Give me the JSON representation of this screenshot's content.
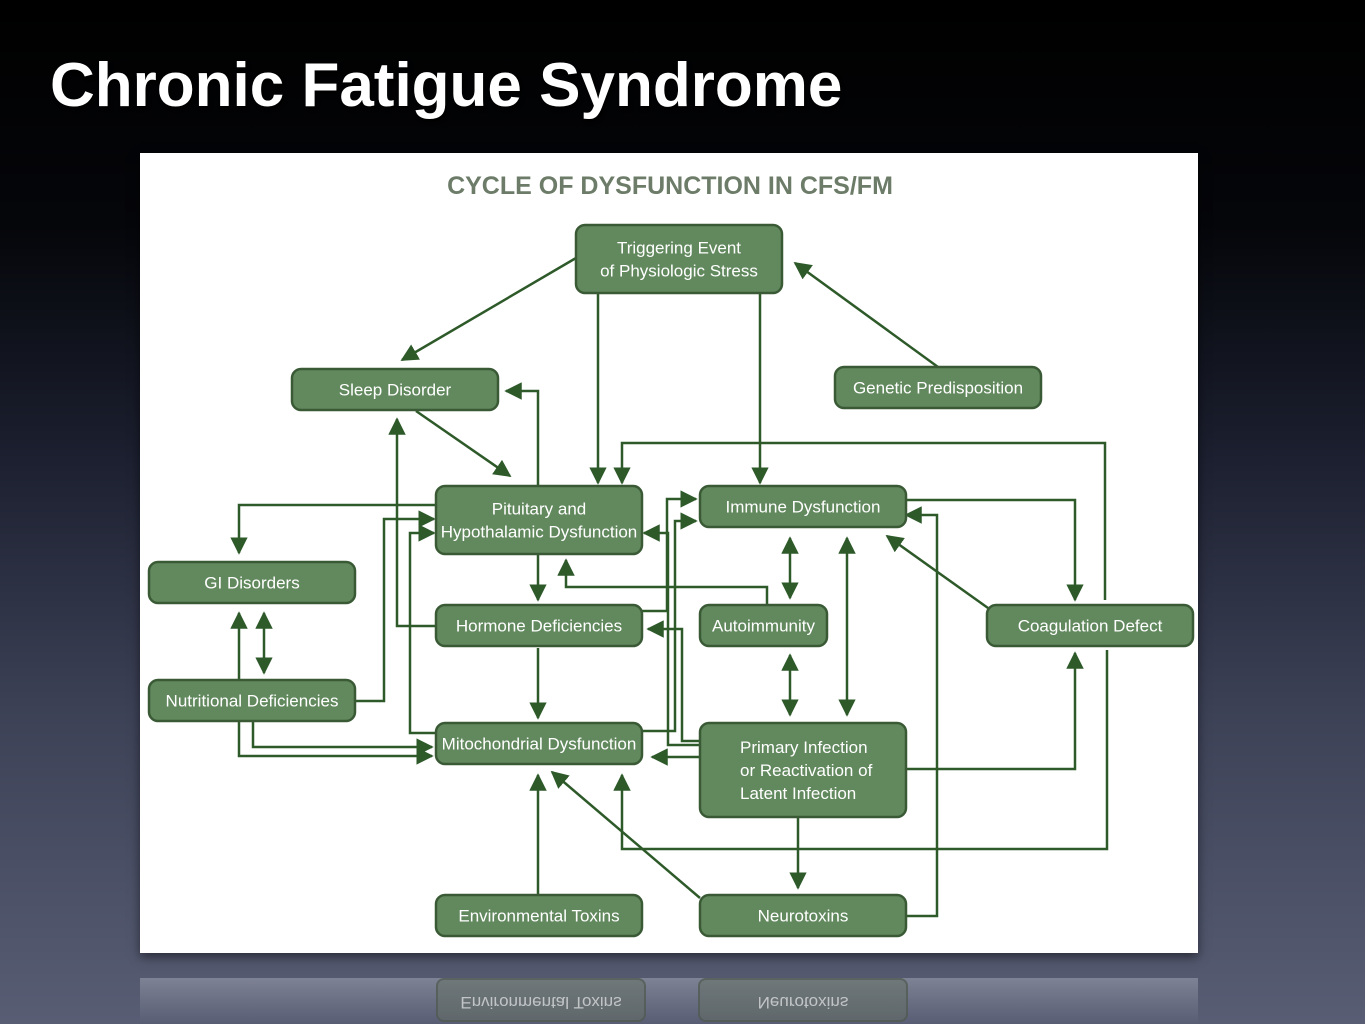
{
  "slide": {
    "title": "Chronic Fatigue Syndrome"
  },
  "diagram": {
    "title": "CYCLE OF DYSFUNCTION IN CFS/FM",
    "colors": {
      "box_fill": "#62895e",
      "box_border": "#3a5a36",
      "arrow": "#2e5a2a",
      "title_text": "#6c7c68",
      "box_text": "#ffffff"
    },
    "nodes": {
      "triggering_event": [
        "Triggering Event",
        "of Physiologic Stress"
      ],
      "sleep_disorder": [
        "Sleep Disorder"
      ],
      "genetic_predisposition": [
        "Genetic Predisposition"
      ],
      "pituitary": [
        "Pituitary and",
        "Hypothalamic  Dysfunction"
      ],
      "immune_dysfunction": [
        "Immune Dysfunction"
      ],
      "gi_disorders": [
        "GI Disorders"
      ],
      "hormone_deficiencies": [
        "Hormone Deficiencies"
      ],
      "autoimmunity": [
        "Autoimmunity"
      ],
      "coagulation_defect": [
        "Coagulation Defect"
      ],
      "nutritional_deficiencies": [
        "Nutritional Deficiencies"
      ],
      "mitochondrial_dysfunction": [
        "Mitochondrial Dysfunction"
      ],
      "primary_infection": [
        "Primary Infection",
        "or Reactivation of",
        "Latent Infection"
      ],
      "environmental_toxins": [
        "Environmental Toxins"
      ],
      "neurotoxins": [
        "Neurotoxins"
      ]
    }
  }
}
